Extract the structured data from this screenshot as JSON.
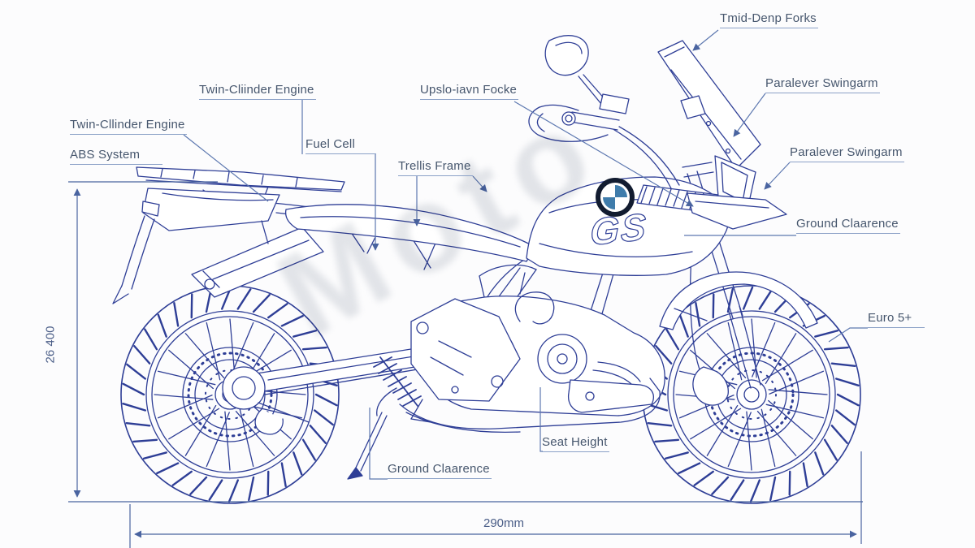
{
  "labels": {
    "forks_top": "Tmid-Denp Forks",
    "engine_top": "Twin-Cliinder Engine",
    "engine_left": "Twin-Cllinder Engine",
    "abs": "ABS System",
    "forks_front": "Upslo-iavn Focke",
    "fuel": "Fuel Cell",
    "trellis": "Trellis Frame",
    "paralever_top": "Paralever Swingarm",
    "paralever_mid": "Paralever Swingarm",
    "ground_right": "Ground Claarence",
    "euro": "Euro 5+",
    "seat": "Seat Height",
    "ground_bottom": "Ground Claarence"
  },
  "dimensions": {
    "height_label": "26 400",
    "width_label": "290mm"
  },
  "logo": {
    "brand": "bmw-roundel",
    "model_text": "GS"
  },
  "watermark": "Moto",
  "colors": {
    "line": "#2e3e96",
    "label": "#46566d",
    "leader": "#5d78b0",
    "dimension": "#4a64a0",
    "logo_blue": "#3f7cab"
  }
}
